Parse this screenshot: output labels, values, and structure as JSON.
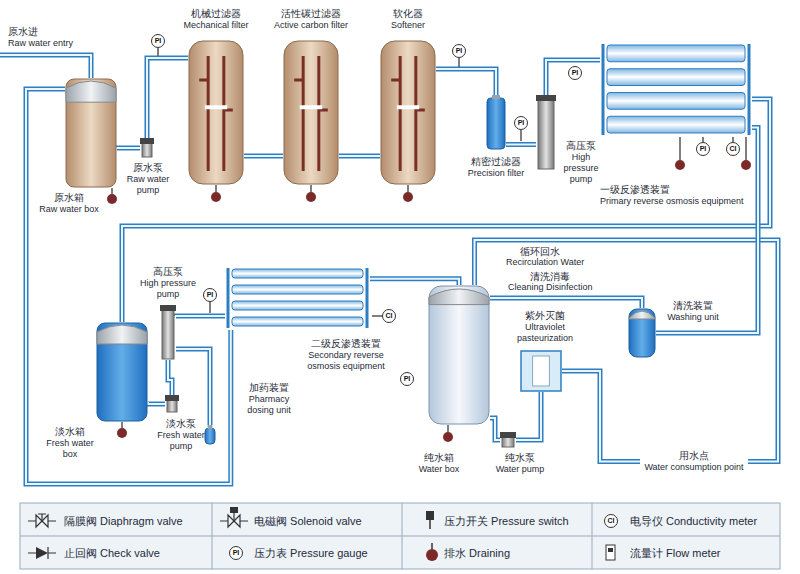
{
  "diagram": {
    "nodes": [
      {
        "text": [
          "原水箱",
          "Raw water box"
        ]
      },
      {
        "text": [
          "原水泵",
          "Raw water pump"
        ]
      },
      {
        "text": [
          "机械过滤器",
          "Mechanical filter"
        ]
      },
      {
        "text": [
          "活性碳过滤器",
          "Active carbon filter"
        ]
      },
      {
        "text": [
          "软化器",
          "Softener"
        ]
      },
      {
        "text": [
          "精密过滤器",
          "Precision filter"
        ]
      },
      {
        "text": [
          "高压泵",
          "High pressure pump"
        ]
      },
      {
        "text": [
          "一级反渗透装置",
          "Primary reverse osmosis equipment"
        ]
      },
      {
        "text": [
          "淡水箱",
          "Fresh water box"
        ]
      },
      {
        "text": [
          "淡水泵",
          "Fresh water pump"
        ]
      },
      {
        "text": [
          "高压泵",
          "High pressure pump"
        ]
      },
      {
        "text": [
          "加药装置",
          "Pharmacy dosing unit"
        ]
      },
      {
        "text": [
          "二级反渗透装置",
          "Secondary reverse osmosis equipment"
        ]
      },
      {
        "text": [
          "纯水箱",
          "Water box"
        ]
      },
      {
        "text": [
          "纯水泵",
          "Water pump"
        ]
      },
      {
        "text": [
          "紫外灭菌",
          "Ultraviolet pasteurization"
        ]
      },
      {
        "text": [
          "清洗装置",
          "Washing unit"
        ]
      },
      {
        "text": [
          "用水点",
          "Water consumption point"
        ]
      }
    ],
    "edges": [
      {
        "from": 0,
        "to": 1,
        "arrow": "none"
      },
      {
        "from": 1,
        "to": 2,
        "arrow": "none"
      },
      {
        "from": 2,
        "to": 3,
        "arrow": "none"
      },
      {
        "from": 3,
        "to": 4,
        "arrow": "none"
      },
      {
        "from": 4,
        "to": 5,
        "arrow": "none"
      },
      {
        "from": 5,
        "to": 6,
        "arrow": "none"
      },
      {
        "from": 6,
        "to": 7,
        "arrow": "none"
      },
      {
        "from": 7,
        "to": 8,
        "arrow": "none"
      },
      {
        "from": 8,
        "to": 9,
        "arrow": "none"
      },
      {
        "from": 9,
        "to": 10,
        "arrow": "none"
      },
      {
        "from": 11,
        "to": 10,
        "arrow": "none"
      },
      {
        "from": 10,
        "to": 12,
        "arrow": "none"
      },
      {
        "from": 12,
        "to": 13,
        "arrow": "none"
      },
      {
        "from": 12,
        "to": 0,
        "arrow": "none"
      },
      {
        "from": 13,
        "to": 14,
        "arrow": "none"
      },
      {
        "from": 14,
        "to": 15,
        "arrow": "none"
      },
      {
        "from": 15,
        "to": 17,
        "arrow": "none"
      },
      {
        "from": 17,
        "to": 13,
        "arrow": "none"
      },
      {
        "from": 16,
        "to": 13,
        "arrow": "none"
      },
      {
        "from": 16,
        "to": 7,
        "arrow": "none"
      }
    ],
    "labels": [
      "原水进",
      "Raw water entry",
      "PI",
      "PI",
      "PI",
      "PI",
      "PI",
      "CI",
      "PI",
      "CI",
      "PI",
      "循环回水",
      "Recirculation Water",
      "清洗消毒",
      "Cleaning Disinfection",
      "CI",
      "PI"
    ],
    "legend": [
      {
        "text": "隔膜阀 Diaphragm valve"
      },
      {
        "text": "电磁阀 Solenoid valve"
      },
      {
        "text": "压力开关 Pressure switch"
      },
      {
        "text": "电导仪 Conductivity meter"
      },
      {
        "text": "止回阀 Check valve"
      },
      {
        "text": "压力表 Pressure gauge"
      },
      {
        "text": "排水 Draining"
      },
      {
        "text": "流量计 Flow meter"
      }
    ]
  }
}
